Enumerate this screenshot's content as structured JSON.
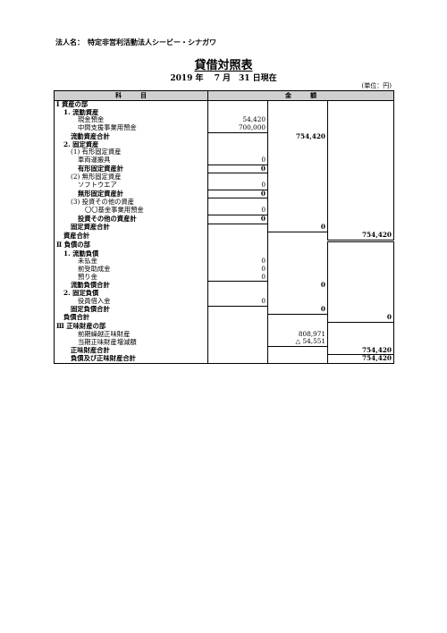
{
  "header": {
    "org": "法人名：　特定非営利活動法人シービー・シナガワ",
    "title": "貸借対照表",
    "date": "2019 年　 7 月　31 日現在",
    "unit": "(単位：円)"
  },
  "table": {
    "col_item": "科　　　目",
    "col_amount": "金　　　額",
    "rows": [
      {
        "label": "Ⅰ 資産の部",
        "indent": 0,
        "bold": true
      },
      {
        "label": "1. 流動資産",
        "indent": 1,
        "bold": true
      },
      {
        "label": "現金預金",
        "indent": 3,
        "v2": "54,420"
      },
      {
        "label": "中間支援事業用預金",
        "indent": 3,
        "v2": "700,000",
        "ul2": true
      },
      {
        "label": "流動資産合計",
        "indent": 2,
        "bold": true,
        "v3": "754,420"
      },
      {
        "label": "2. 固定資産",
        "indent": 1,
        "bold": true
      },
      {
        "label": "(1) 有形固定資産",
        "indent": 2
      },
      {
        "label": "車両運搬具",
        "indent": 3,
        "v2": "0",
        "ul2": true
      },
      {
        "label": "有形固定資産計",
        "indent": 3,
        "bold": true,
        "v2": "0",
        "box2": true
      },
      {
        "label": "(2) 無形固定資産",
        "indent": 2
      },
      {
        "label": "ソフトウエア",
        "indent": 3,
        "v2": "0",
        "ul2": true
      },
      {
        "label": "無形固定資産計",
        "indent": 3,
        "bold": true,
        "v2": "0",
        "box2": true
      },
      {
        "label": "(3) 投資その他の資産",
        "indent": 2
      },
      {
        "label": "〇〇基金事業用預金",
        "indent": 4,
        "v2": "0",
        "ul2": true
      },
      {
        "label": "投資その他の資産計",
        "indent": 3,
        "bold": true,
        "v2": "0",
        "box2": true
      },
      {
        "label": "固定資産合計",
        "indent": 2,
        "bold": true,
        "v3": "0",
        "ul3": true
      },
      {
        "label": "資産合計",
        "indent": 1,
        "bold": true,
        "v4": "754,420",
        "dl4": true
      },
      {
        "label": "Ⅱ 負債の部",
        "indent": 0,
        "bold": true
      },
      {
        "label": "1. 流動負債",
        "indent": 1,
        "bold": true
      },
      {
        "label": "未払金",
        "indent": 3,
        "v2": "0"
      },
      {
        "label": "前受助成金",
        "indent": 3,
        "v2": "0"
      },
      {
        "label": "預り金",
        "indent": 3,
        "v2": "0",
        "ul2": true
      },
      {
        "label": "流動負債合計",
        "indent": 2,
        "bold": true,
        "v3": "0"
      },
      {
        "label": "2. 固定負債",
        "indent": 1,
        "bold": true
      },
      {
        "label": "役員借入金",
        "indent": 3,
        "v2": "0",
        "ul2": true
      },
      {
        "label": "固定負債合計",
        "indent": 2,
        "bold": true,
        "v3": "0",
        "ul3": true
      },
      {
        "label": "負債合計",
        "indent": 1,
        "bold": true,
        "v4": "0",
        "ul4": true
      },
      {
        "label": "Ⅲ 正味財産の部",
        "indent": 0,
        "bold": true
      },
      {
        "label": "前期繰越正味財産",
        "indent": 3,
        "v3": "808,971"
      },
      {
        "label": "当期正味財産増減額",
        "indent": 3,
        "v3": "△ 54,551",
        "ul3": true
      },
      {
        "label": "正味財産合計",
        "indent": 2,
        "bold": true,
        "v4": "754,420",
        "ul4": true
      },
      {
        "label": "負債及び正味財産合計",
        "indent": 2,
        "bold": true,
        "v4": "754,420",
        "dl4": true
      }
    ]
  }
}
